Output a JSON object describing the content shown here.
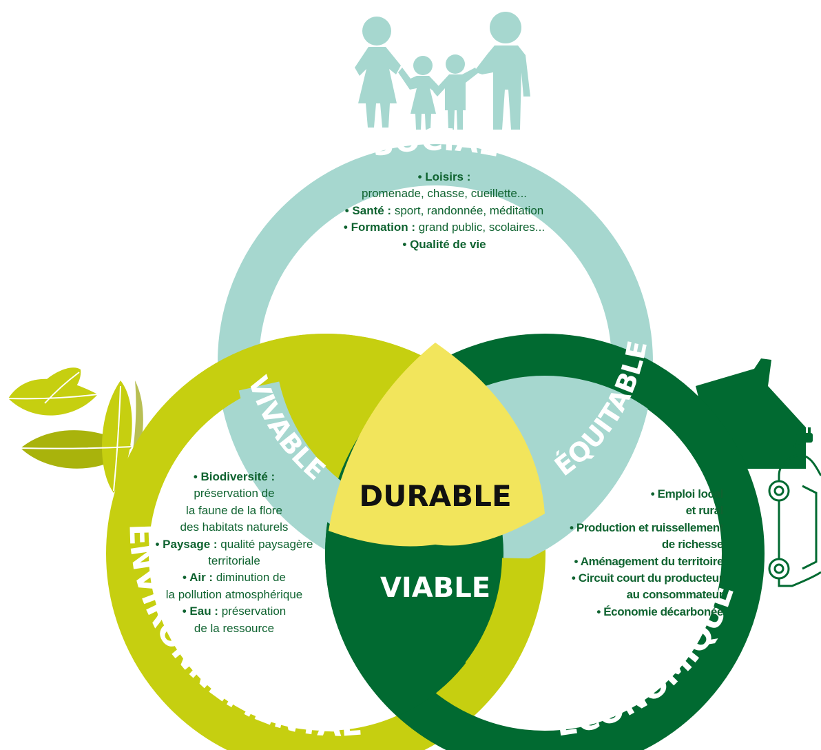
{
  "rings": {
    "social": "SOCIAL",
    "environmental": "ENVIRONNEMENTAL",
    "economic": "ÉCONOMIQUE"
  },
  "overlaps": {
    "vivable": "VIVABLE",
    "equitable": "ÉQUITABLE",
    "viable": "VIABLE",
    "durable": "DURABLE"
  },
  "social_list": {
    "loisirs_label": "• Loisirs :",
    "loisirs_text": "promenade, chasse, cueillette...",
    "sante_label": "• Santé :",
    "sante_text": " sport, randonnée, méditation",
    "formation_label": "• Formation :",
    "formation_text": " grand public, scolaires...",
    "qualite": "• Qualité de vie"
  },
  "env_list": {
    "biodiv_label": "• Biodiversité :",
    "biodiv_l1": "préservation de",
    "biodiv_l2": "la faune de la flore",
    "biodiv_l3": "des habitats naturels",
    "paysage_label": "• Paysage :",
    "paysage_text": " qualité paysagère",
    "paysage_l2": "territoriale",
    "air_label": "• Air :",
    "air_text": " diminution de",
    "air_l2": "la pollution atmosphérique",
    "eau_label": "• Eau :",
    "eau_text": " préservation",
    "eau_l2": "de la ressource"
  },
  "eco_list": {
    "l1": "• Emploi local",
    "l2": "et rural",
    "l3": "• Production et ruissellement",
    "l4": "de richesse",
    "l5": "• Aménagement du territoire",
    "l6": "• Circuit court du producteur",
    "l7": "au consommateur",
    "l8": "• Économie décarbonée"
  },
  "icons": [
    "family-icon",
    "leaves-icon",
    "factory-icon",
    "electric-car-icon"
  ],
  "colors": {
    "social": "#a6d7cf",
    "environmental": "#c6cf10",
    "economic": "#016a31",
    "durable": "#f2e55c",
    "text_dark": "#0f6330"
  }
}
